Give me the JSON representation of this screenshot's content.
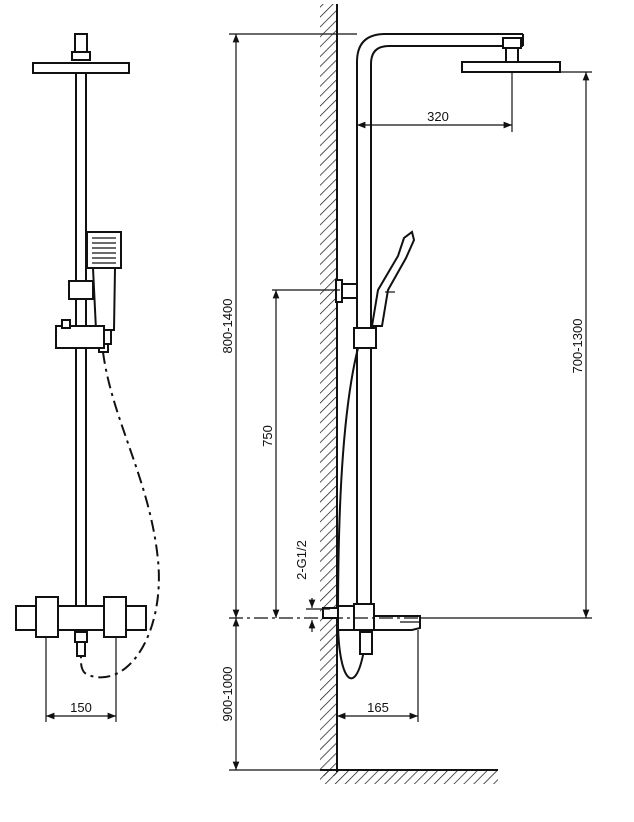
{
  "dimensions": {
    "front_width": "150",
    "arm_length": "320",
    "total_height": "800-1400",
    "rail_height": "700-1300",
    "bracket_height": "750",
    "inlet": "2-G1/2",
    "mixer_height": "900-1000",
    "spout_length": "165"
  }
}
